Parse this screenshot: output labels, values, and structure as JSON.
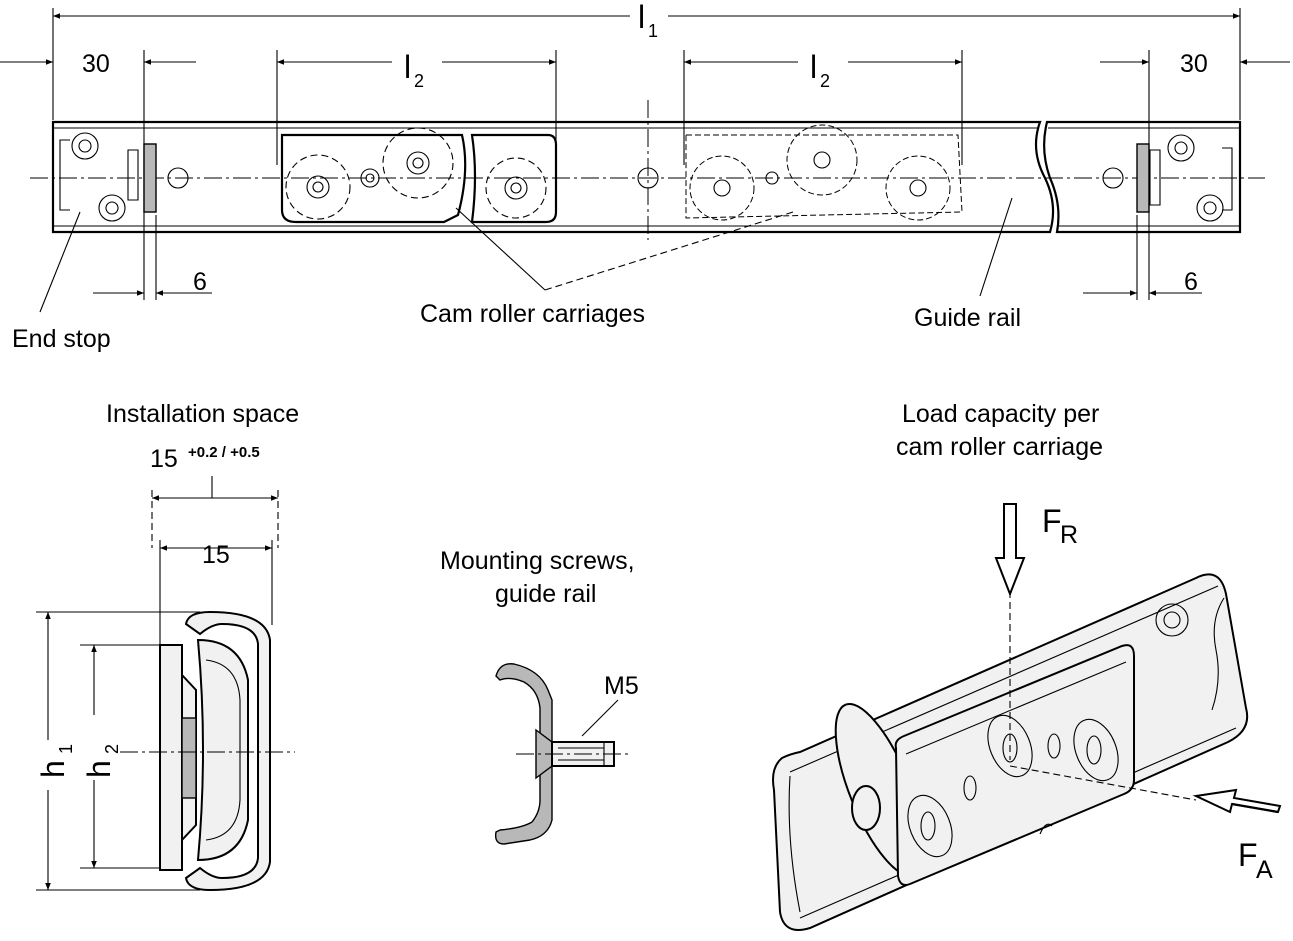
{
  "labels": {
    "end_stop": "End stop",
    "cam_roller_carriages": "Cam roller carriages",
    "guide_rail": "Guide rail",
    "installation_space": "Installation space",
    "mounting_screws_line1": "Mounting screws,",
    "mounting_screws_line2": "guide rail",
    "load_capacity_line1": "Load capacity per",
    "load_capacity_line2": "cam roller carriage"
  },
  "dimensions": {
    "l1_main": "l",
    "l1_sub": "1",
    "l2_main": "l",
    "l2_sub": "2",
    "end_offset": "30",
    "stop_width": "6",
    "install_width": "15",
    "install_tolerance": "+0.2 / +0.5",
    "profile_width": "15",
    "h1_main": "h",
    "h1_sub": "1",
    "h2_main": "h",
    "h2_sub": "2",
    "screw_size": "M5"
  },
  "forces": {
    "radial_main": "F",
    "radial_sub": "R",
    "axial_main": "F",
    "axial_sub": "A"
  },
  "colors": {
    "line": "#000000",
    "metal": "#f1f1f1",
    "shade": "#b8b8b8"
  }
}
